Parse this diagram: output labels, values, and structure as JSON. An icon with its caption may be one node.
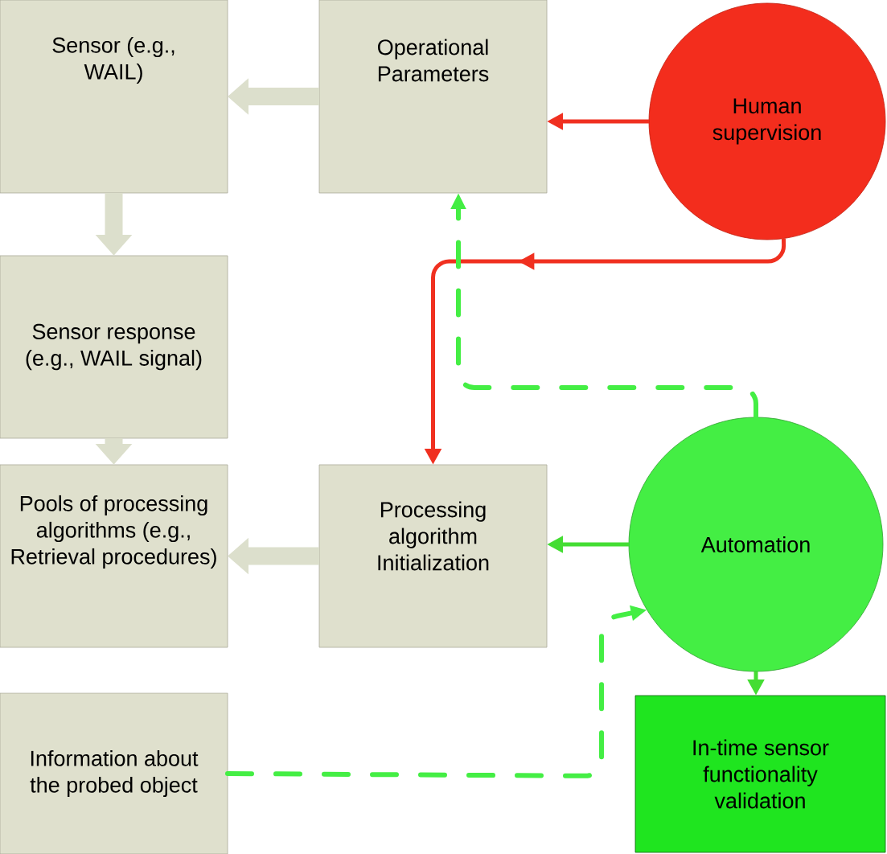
{
  "diagram": {
    "nodes": [
      {
        "text": [
          "Sensor (e.g., WAIL)"
        ]
      },
      {
        "text": [
          "Operational Parameters"
        ]
      },
      {
        "text": [
          "Human supervision"
        ]
      },
      {
        "text": [
          "Sensor response (e.g., WAIL signal)"
        ]
      },
      {
        "text": [
          "Pools of processing algorithms (e.g., Retrieval procedures)"
        ]
      },
      {
        "text": [
          "Processing algorithm Initialization"
        ]
      },
      {
        "text": [
          "Automation"
        ]
      },
      {
        "text": [
          "Information about the probed object"
        ]
      },
      {
        "text": [
          "In-time sensor functionality validation"
        ]
      }
    ],
    "edges": [
      {
        "from": 1,
        "to": 0,
        "arrow": "to",
        "style": "thick",
        "color": "#dcdfcc"
      },
      {
        "from": 2,
        "to": 1,
        "arrow": "to",
        "color": "#f03020"
      },
      {
        "from": 2,
        "to": 5,
        "arrow": "to",
        "color": "#f03020"
      },
      {
        "from": 0,
        "to": 3,
        "arrow": "to",
        "style": "thick",
        "color": "#dcdfcc"
      },
      {
        "from": 3,
        "to": 4,
        "arrow": "to",
        "style": "thick",
        "color": "#dcdfcc"
      },
      {
        "from": 5,
        "to": 4,
        "arrow": "to",
        "style": "thick",
        "color": "#dcdfcc"
      },
      {
        "from": 6,
        "to": 5,
        "arrow": "to",
        "color": "#44dd33"
      },
      {
        "from": 6,
        "to": 1,
        "arrow": "to",
        "style": "dashed",
        "color": "#44ee44"
      },
      {
        "from": 7,
        "to": 6,
        "arrow": "to",
        "style": "dashed",
        "color": "#44ee44"
      },
      {
        "from": 6,
        "to": 8,
        "arrow": "to",
        "color": "#44dd33"
      }
    ]
  }
}
